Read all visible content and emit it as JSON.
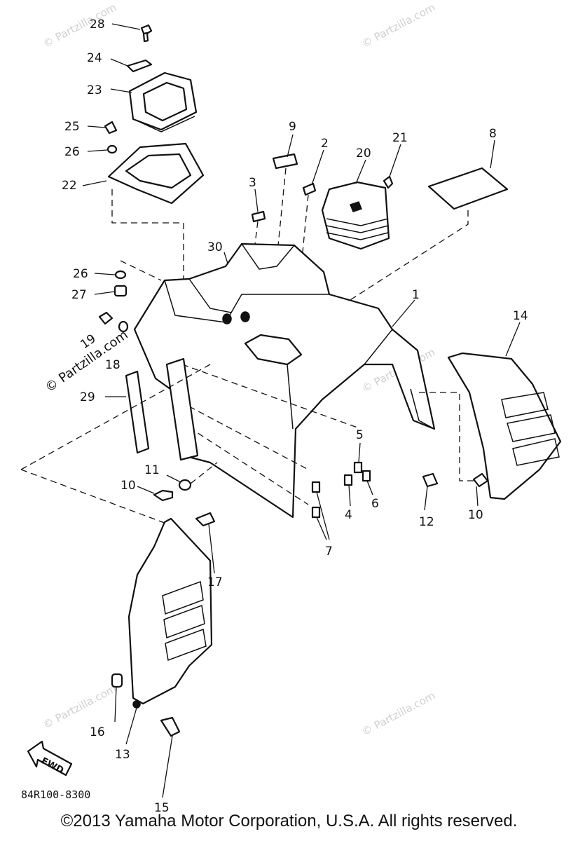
{
  "callouts": [
    "28",
    "24",
    "23",
    "25",
    "26",
    "22",
    "9",
    "2",
    "20",
    "21",
    "8",
    "3",
    "30",
    "26",
    "27",
    "19",
    "18",
    "1",
    "14",
    "29",
    "5",
    "11",
    "10",
    "4",
    "6",
    "12",
    "10",
    "7",
    "17",
    "16",
    "13",
    "15"
  ],
  "watermark": "© Partzilla.com",
  "fwd_label": "FWD",
  "diagram_code": "84R100-8300",
  "copyright": "©2013  Yamaha Motor Corporation, U.S.A. All rights reserved."
}
